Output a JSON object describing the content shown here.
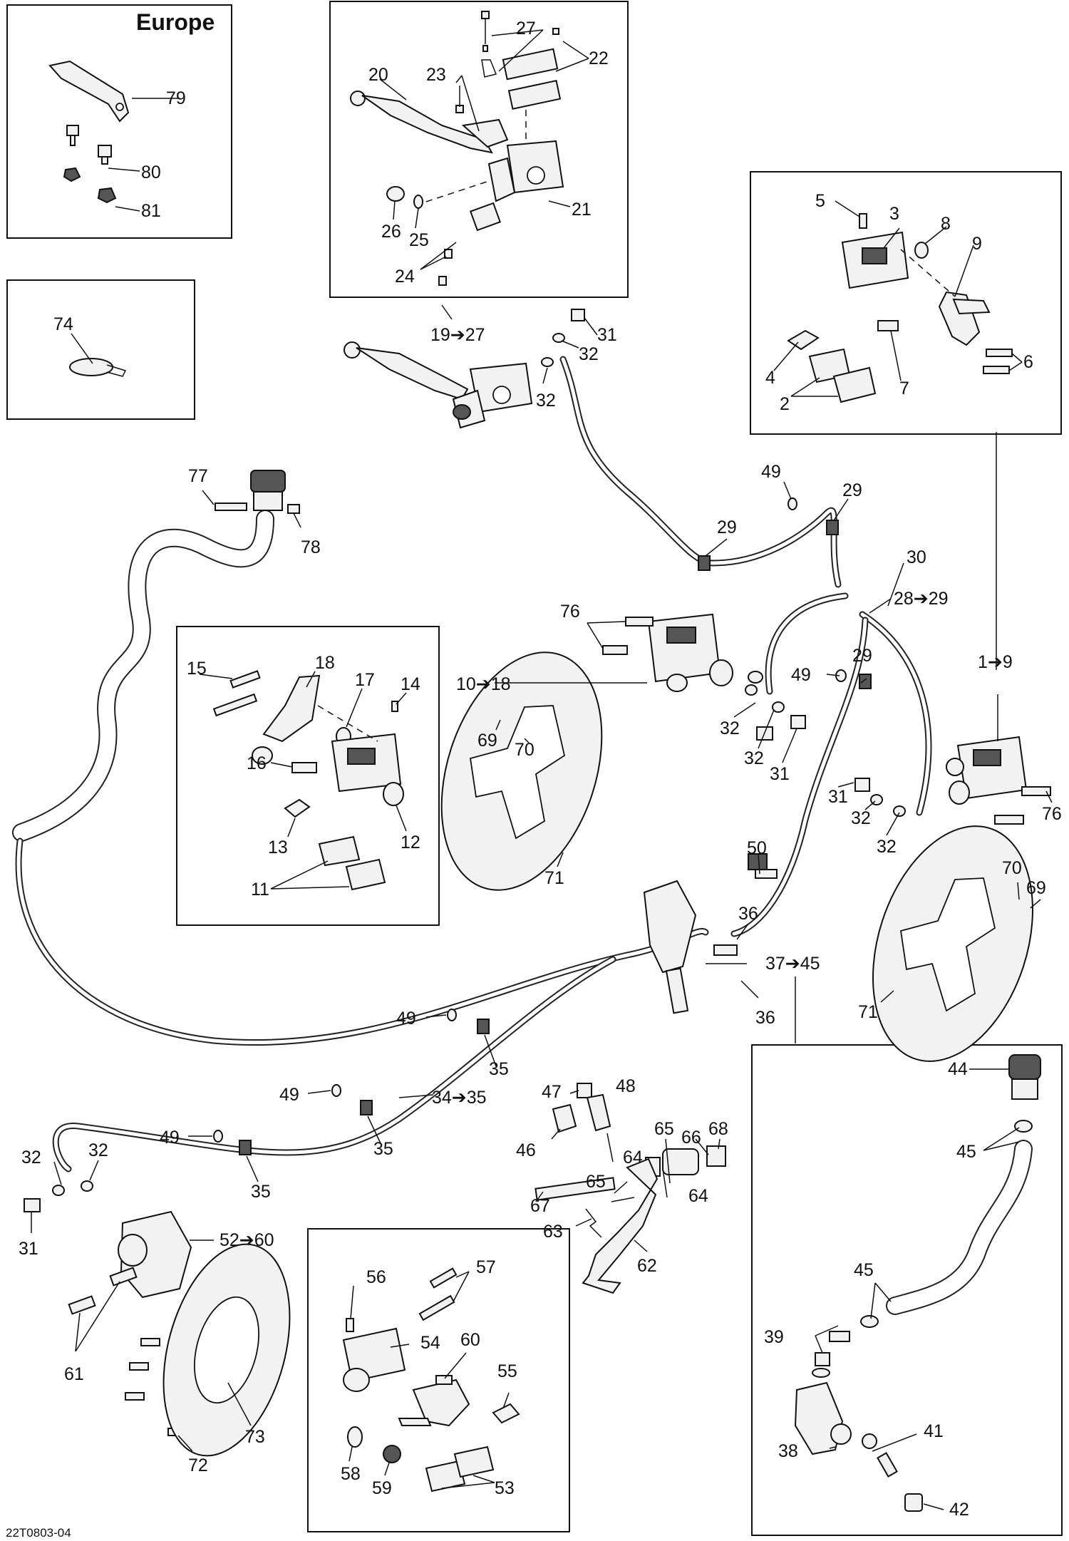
{
  "diagram": {
    "region_title": "Europe",
    "drawing_code": "22T0803-04",
    "callouts": [
      {
        "id": "c79",
        "text": "79"
      },
      {
        "id": "c80",
        "text": "80"
      },
      {
        "id": "c81",
        "text": "81"
      },
      {
        "id": "c74",
        "text": "74"
      },
      {
        "id": "c20",
        "text": "20"
      },
      {
        "id": "c23",
        "text": "23"
      },
      {
        "id": "c27",
        "text": "27"
      },
      {
        "id": "c22",
        "text": "22"
      },
      {
        "id": "c21",
        "text": "21"
      },
      {
        "id": "c26",
        "text": "26"
      },
      {
        "id": "c25",
        "text": "25"
      },
      {
        "id": "c24",
        "text": "24"
      },
      {
        "id": "c19_27",
        "text": "19➔27"
      },
      {
        "id": "c31a",
        "text": "31"
      },
      {
        "id": "c32a",
        "text": "32"
      },
      {
        "id": "c32b",
        "text": "32"
      },
      {
        "id": "c5",
        "text": "5"
      },
      {
        "id": "c3",
        "text": "3"
      },
      {
        "id": "c8",
        "text": "8"
      },
      {
        "id": "c9",
        "text": "9"
      },
      {
        "id": "c4",
        "text": "4"
      },
      {
        "id": "c6",
        "text": "6"
      },
      {
        "id": "c7",
        "text": "7"
      },
      {
        "id": "c2",
        "text": "2"
      },
      {
        "id": "c77",
        "text": "77"
      },
      {
        "id": "c78",
        "text": "78"
      },
      {
        "id": "c49a",
        "text": "49"
      },
      {
        "id": "c29a",
        "text": "29"
      },
      {
        "id": "c29b",
        "text": "29"
      },
      {
        "id": "c30",
        "text": "30"
      },
      {
        "id": "c28_29",
        "text": "28➔29"
      },
      {
        "id": "c76a",
        "text": "76"
      },
      {
        "id": "c10_18",
        "text": "10➔18"
      },
      {
        "id": "c49b",
        "text": "49"
      },
      {
        "id": "c29c",
        "text": "29"
      },
      {
        "id": "c1_9",
        "text": "1➔9"
      },
      {
        "id": "c15",
        "text": "15"
      },
      {
        "id": "c18",
        "text": "18"
      },
      {
        "id": "c17",
        "text": "17"
      },
      {
        "id": "c14",
        "text": "14"
      },
      {
        "id": "c16",
        "text": "16"
      },
      {
        "id": "c13",
        "text": "13"
      },
      {
        "id": "c12",
        "text": "12"
      },
      {
        "id": "c11",
        "text": "11"
      },
      {
        "id": "c69a",
        "text": "69"
      },
      {
        "id": "c70a",
        "text": "70"
      },
      {
        "id": "c71a",
        "text": "71"
      },
      {
        "id": "c32c",
        "text": "32"
      },
      {
        "id": "c32d",
        "text": "32"
      },
      {
        "id": "c31b",
        "text": "31"
      },
      {
        "id": "c31c",
        "text": "31"
      },
      {
        "id": "c32e",
        "text": "32"
      },
      {
        "id": "c32f",
        "text": "32"
      },
      {
        "id": "c76b",
        "text": "76"
      },
      {
        "id": "c70b",
        "text": "70"
      },
      {
        "id": "c69b",
        "text": "69"
      },
      {
        "id": "c71b",
        "text": "71"
      },
      {
        "id": "c50",
        "text": "50"
      },
      {
        "id": "c36a",
        "text": "36"
      },
      {
        "id": "c37_45",
        "text": "37➔45"
      },
      {
        "id": "c36b",
        "text": "36"
      },
      {
        "id": "c49c",
        "text": "49"
      },
      {
        "id": "c35a",
        "text": "35"
      },
      {
        "id": "c49d",
        "text": "49"
      },
      {
        "id": "c34_35",
        "text": "34➔35"
      },
      {
        "id": "c35b",
        "text": "35"
      },
      {
        "id": "c49e",
        "text": "49"
      },
      {
        "id": "c35c",
        "text": "35"
      },
      {
        "id": "c47",
        "text": "47"
      },
      {
        "id": "c48",
        "text": "48"
      },
      {
        "id": "c65a",
        "text": "65"
      },
      {
        "id": "c66",
        "text": "66"
      },
      {
        "id": "c68",
        "text": "68"
      },
      {
        "id": "c64a",
        "text": "64"
      },
      {
        "id": "c46",
        "text": "46"
      },
      {
        "id": "c65b",
        "text": "65"
      },
      {
        "id": "c64b",
        "text": "64"
      },
      {
        "id": "c67",
        "text": "67"
      },
      {
        "id": "c63",
        "text": "63"
      },
      {
        "id": "c62",
        "text": "62"
      },
      {
        "id": "c32g",
        "text": "32"
      },
      {
        "id": "c32h",
        "text": "32"
      },
      {
        "id": "c31d",
        "text": "31"
      },
      {
        "id": "c52_60",
        "text": "52➔60"
      },
      {
        "id": "c61",
        "text": "61"
      },
      {
        "id": "c72",
        "text": "72"
      },
      {
        "id": "c73",
        "text": "73"
      },
      {
        "id": "c56",
        "text": "56"
      },
      {
        "id": "c57",
        "text": "57"
      },
      {
        "id": "c54",
        "text": "54"
      },
      {
        "id": "c60",
        "text": "60"
      },
      {
        "id": "c55",
        "text": "55"
      },
      {
        "id": "c58",
        "text": "58"
      },
      {
        "id": "c59",
        "text": "59"
      },
      {
        "id": "c53",
        "text": "53"
      },
      {
        "id": "c44",
        "text": "44"
      },
      {
        "id": "c45a",
        "text": "45"
      },
      {
        "id": "c45b",
        "text": "45"
      },
      {
        "id": "c39",
        "text": "39"
      },
      {
        "id": "c41",
        "text": "41"
      },
      {
        "id": "c38",
        "text": "38"
      },
      {
        "id": "c42",
        "text": "42"
      }
    ]
  }
}
